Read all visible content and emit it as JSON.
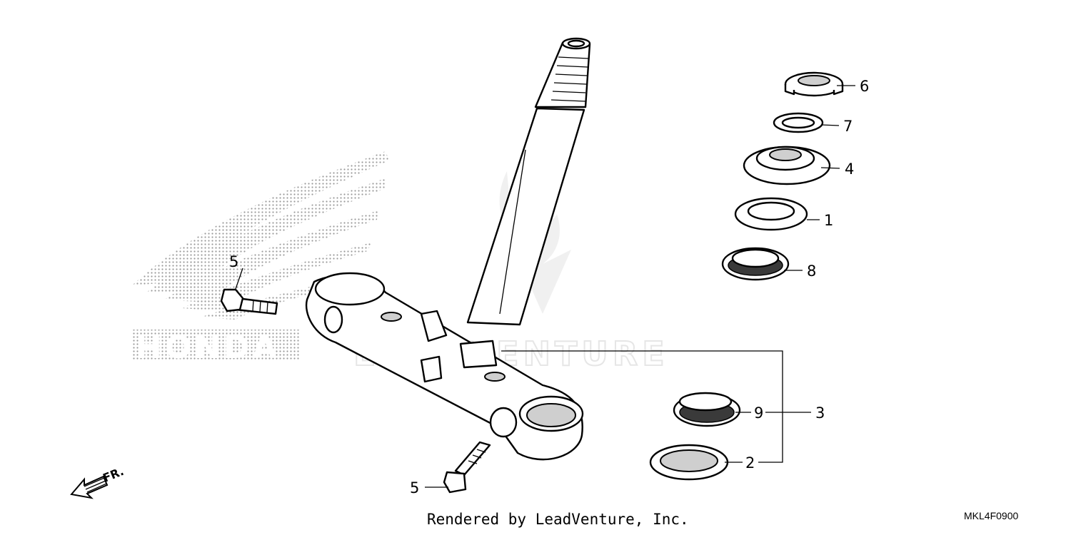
{
  "watermark": {
    "brand": "HONDA",
    "text": "LEADVENTURE"
  },
  "direction_label": "FR.",
  "callouts": {
    "bolt_upper": "5",
    "bolt_lower": "5",
    "lock_nut": "6",
    "lock_washer": "7",
    "adjust_nut": "4",
    "dust_seal": "1",
    "upper_bearing": "8",
    "stem_bearing_set": "3",
    "lower_bearing": "9",
    "lower_race": "2"
  },
  "footer": {
    "render_credit": "Rendered by LeadVenture, Inc.",
    "drawing_code": "MKL4F0900"
  }
}
